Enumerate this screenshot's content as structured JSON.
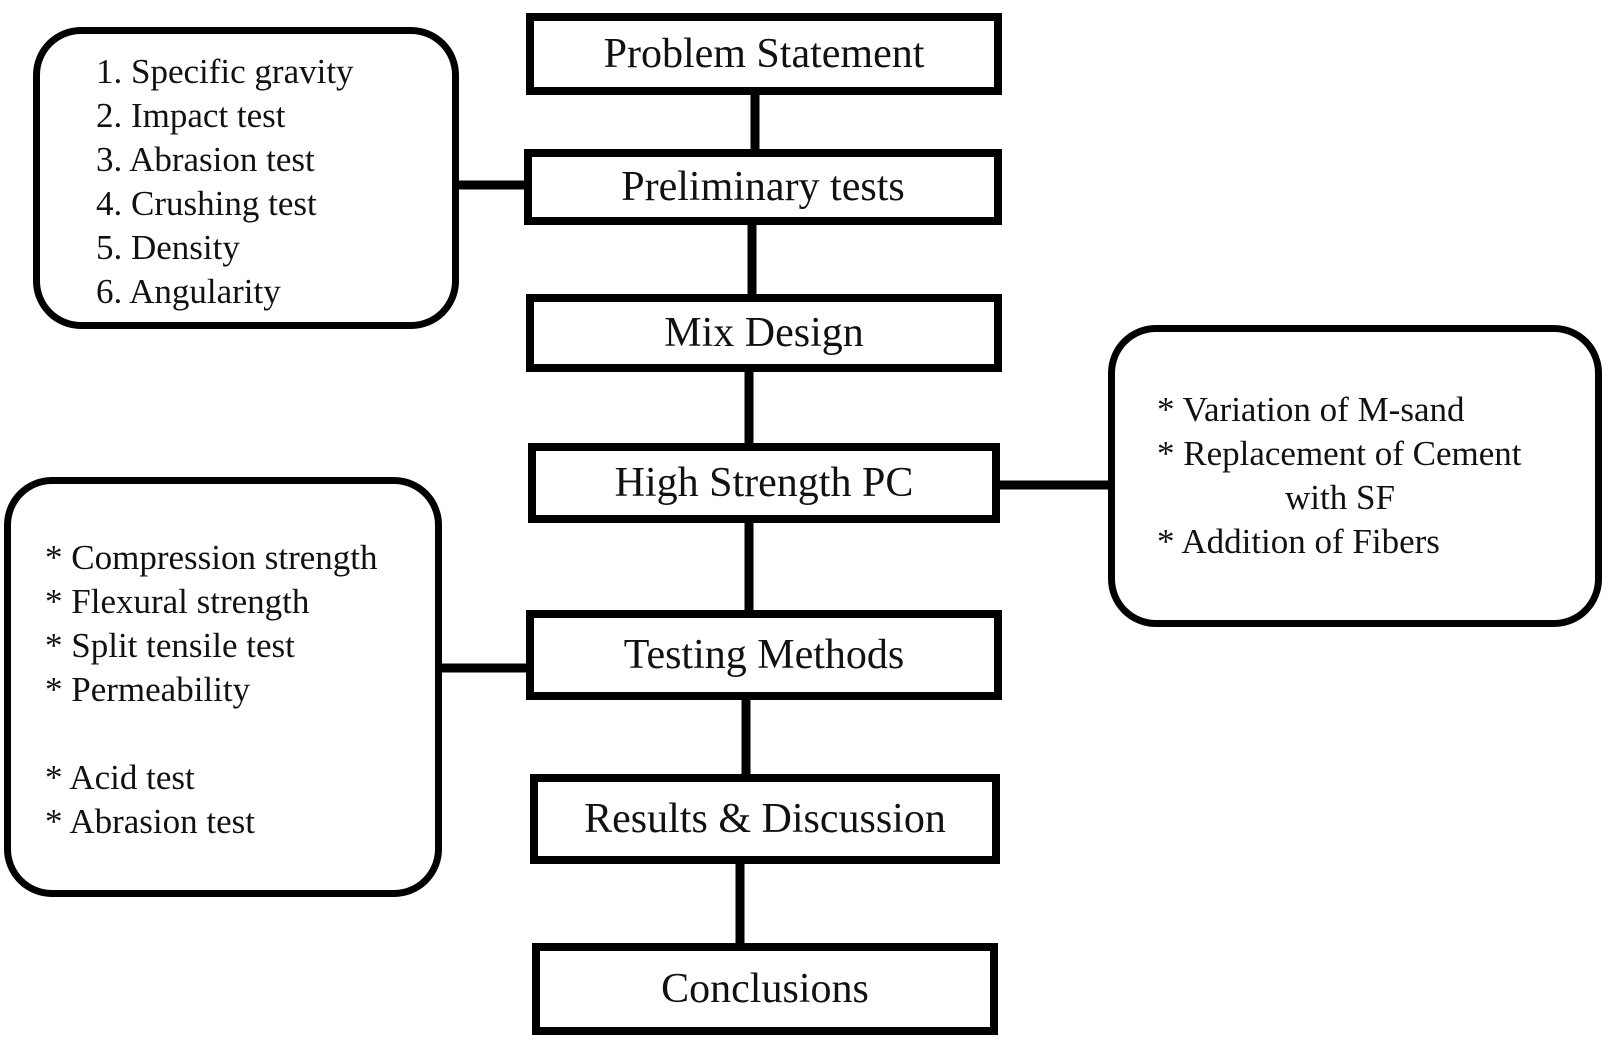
{
  "flow": {
    "steps": [
      "Problem Statement",
      "Preliminary tests",
      "Mix Design",
      "High Strength PC",
      "Testing Methods",
      "Results & Discussion",
      "Conclusions"
    ]
  },
  "preliminary_tests_list": [
    "1. Specific gravity",
    "2. Impact test",
    "3. Abrasion test",
    "4. Crushing test",
    "5. Density",
    "6. Angularity"
  ],
  "high_strength_pc_list": [
    "* Variation of M-sand",
    "* Replacement of Cement",
    "with SF",
    "* Addition of Fibers"
  ],
  "testing_methods_list": [
    "* Compression strength",
    "* Flexural strength",
    "* Split tensile test",
    "* Permeability",
    "* Acid test",
    "* Abrasion test"
  ]
}
